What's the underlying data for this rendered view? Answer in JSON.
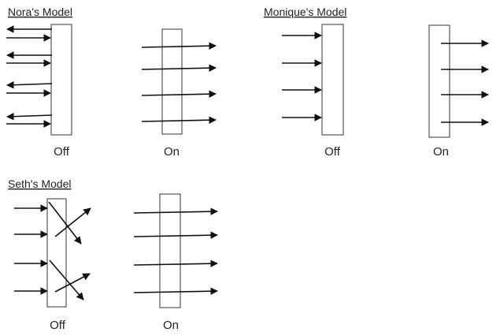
{
  "models": [
    {
      "title": "Nora's Model",
      "left_state": "Off",
      "right_state": "On"
    },
    {
      "title": "Monique's Model",
      "left_state": "Off",
      "right_state": "On"
    },
    {
      "title": "Seth's Model",
      "left_state": "Off",
      "right_state": "On"
    }
  ]
}
